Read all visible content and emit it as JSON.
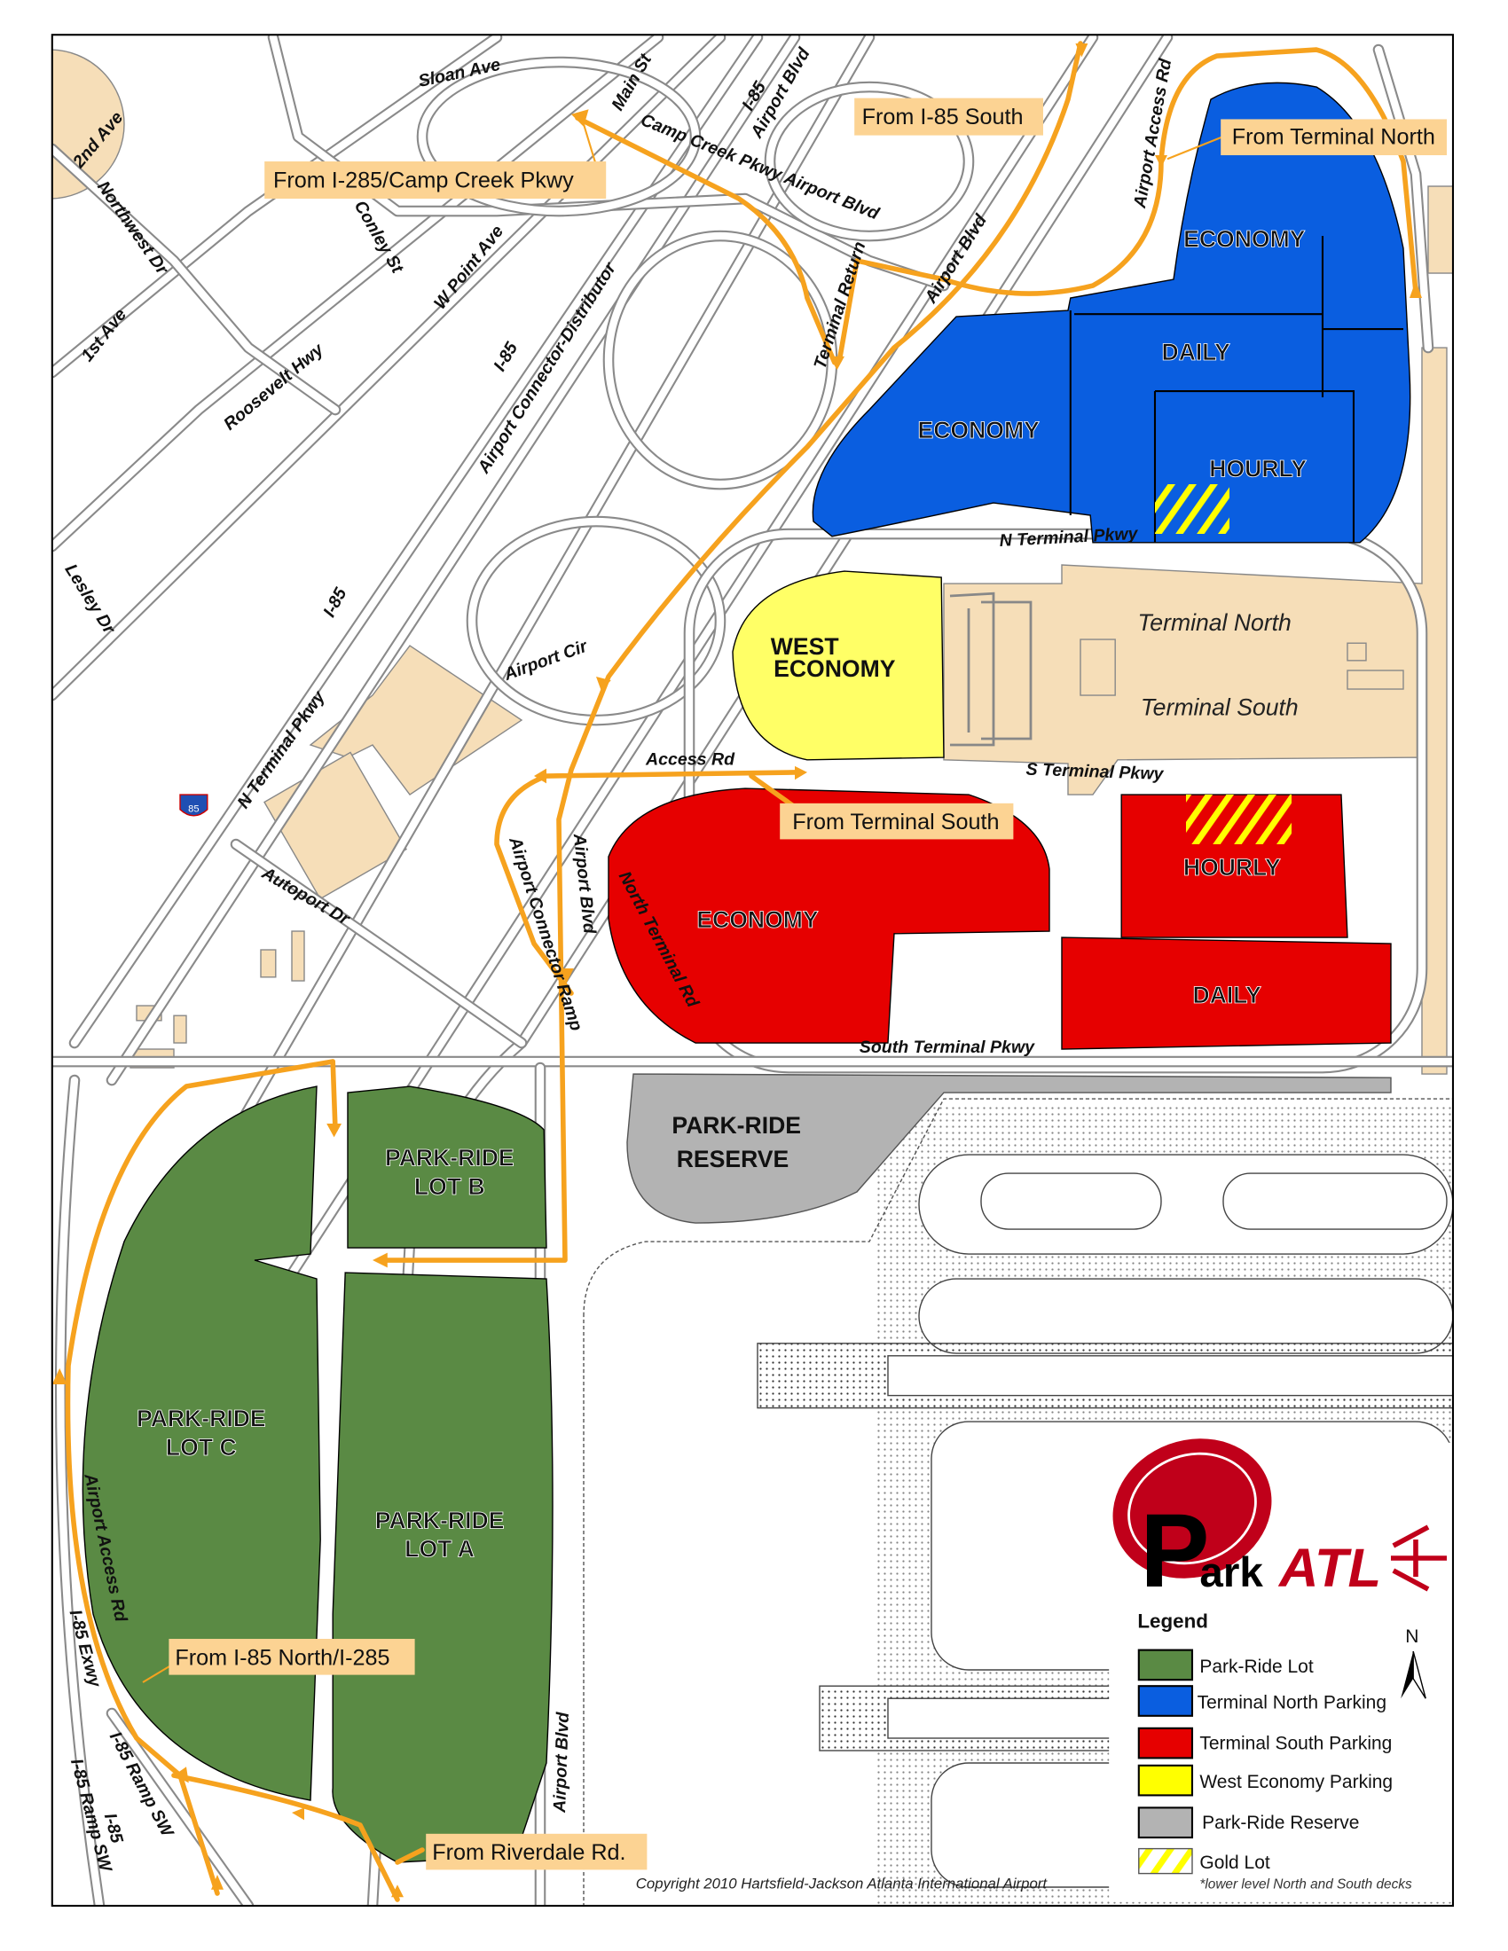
{
  "map": {
    "callouts": {
      "from_i285": "From I-285/Camp Creek Pkwy",
      "from_i85_south": "From I-85 South",
      "from_terminal_north": "From Terminal North",
      "from_terminal_south": "From Terminal South",
      "from_i85_north": "From I-85 North/I-285",
      "from_riverdale": "From Riverdale Rd."
    },
    "roads": {
      "sloan_ave": "Sloan Ave",
      "main_st": "Main St",
      "i85_top": "I-85",
      "airport_blvd_top": "Airport Blvd",
      "airport_access_rd_top": "Airport Access Rd",
      "second_ave": "2nd Ave",
      "northwest_dr": "Northwest Dr",
      "camp_creek": "Camp Creek Pkwy Airport Blvd",
      "conley_st": "Conley St",
      "w_point_ave": "W Point Ave",
      "terminal_return": "Terminal Return",
      "airport_blvd_mid": "Airport Blvd",
      "first_ave": "1st Ave",
      "roosevelt_hwy": "Roosevelt Hwy",
      "i85_mid": "I-85",
      "airport_connector_distributor": "Airport Connector-Distributor",
      "lesley_dr": "Lesley Dr",
      "i85_low": "I-85",
      "n_terminal_pkwy": "N Terminal Pkwy",
      "airport_cir": "Airport Cir",
      "n_terminal_pkwy_west": "N Terminal Pkwy",
      "access_rd": "Access Rd",
      "s_terminal_pkwy": "S Terminal Pkwy",
      "autoport_dr": "Autoport Dr",
      "airport_connector_ramp": "Airport Connector Ramp",
      "airport_blvd_low": "Airport Blvd",
      "north_terminal_rd": "North Terminal Rd",
      "south_terminal_pkwy": "South Terminal Pkwy",
      "airport_access_rd_low": "Airport Access Rd",
      "i85_exwy": "I-85 Exwy",
      "i85_ramp_sw_1": "I-85 Ramp SW",
      "i85_ramp_sw_2": "I-85 Ramp SW",
      "i85_bottom": "I-85",
      "airport_blvd_bottom": "Airport Blvd",
      "shield": "85"
    },
    "lots": {
      "north_economy_1": "ECONOMY",
      "north_economy_2": "ECONOMY",
      "north_daily": "DAILY",
      "north_hourly": "HOURLY",
      "west_economy_1": "WEST",
      "west_economy_2": "ECONOMY",
      "south_economy": "ECONOMY",
      "south_hourly": "HOURLY",
      "south_daily": "DAILY",
      "reserve_1": "PARK-RIDE",
      "reserve_2": "RESERVE",
      "lot_b_1": "PARK-RIDE",
      "lot_b_2": "LOT B",
      "lot_c_1": "PARK-RIDE",
      "lot_c_2": "LOT C",
      "lot_a_1": "PARK-RIDE",
      "lot_a_2": "LOT A"
    },
    "terminals": {
      "north": "Terminal North",
      "south": "Terminal South"
    },
    "copyright": "Copyright 2010 Hartsfield-Jackson Atlanta International Airport",
    "logo": {
      "text": "ParkATL"
    },
    "north_arrow": "N"
  },
  "legend": {
    "title": "Legend",
    "items": [
      {
        "label": "Park-Ride Lot",
        "color": "#5a8a44"
      },
      {
        "label": "Terminal  North Parking",
        "color": "#0a5ee0"
      },
      {
        "label": "Terminal South Parking",
        "color": "#e60000"
      },
      {
        "label": "West Economy Parking",
        "color": "#ffff00"
      },
      {
        "label": "Park-Ride Reserve",
        "color": "#b3b3b3"
      },
      {
        "label": "Gold Lot",
        "color": "#ffff00"
      }
    ],
    "note": "*lower level North and South decks"
  }
}
